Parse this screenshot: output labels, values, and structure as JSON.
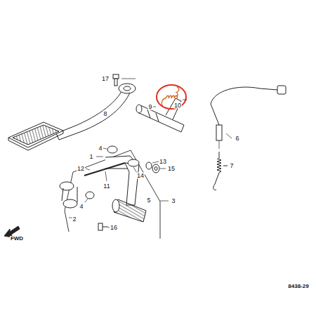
{
  "diagram": {
    "labels": [
      "17",
      "10",
      "8",
      "9",
      "6",
      "4",
      "1",
      "13",
      "12",
      "14",
      "15",
      "11",
      "7",
      "3",
      "5",
      "4",
      "2",
      "16",
      "FWD",
      "8438-29"
    ]
  }
}
